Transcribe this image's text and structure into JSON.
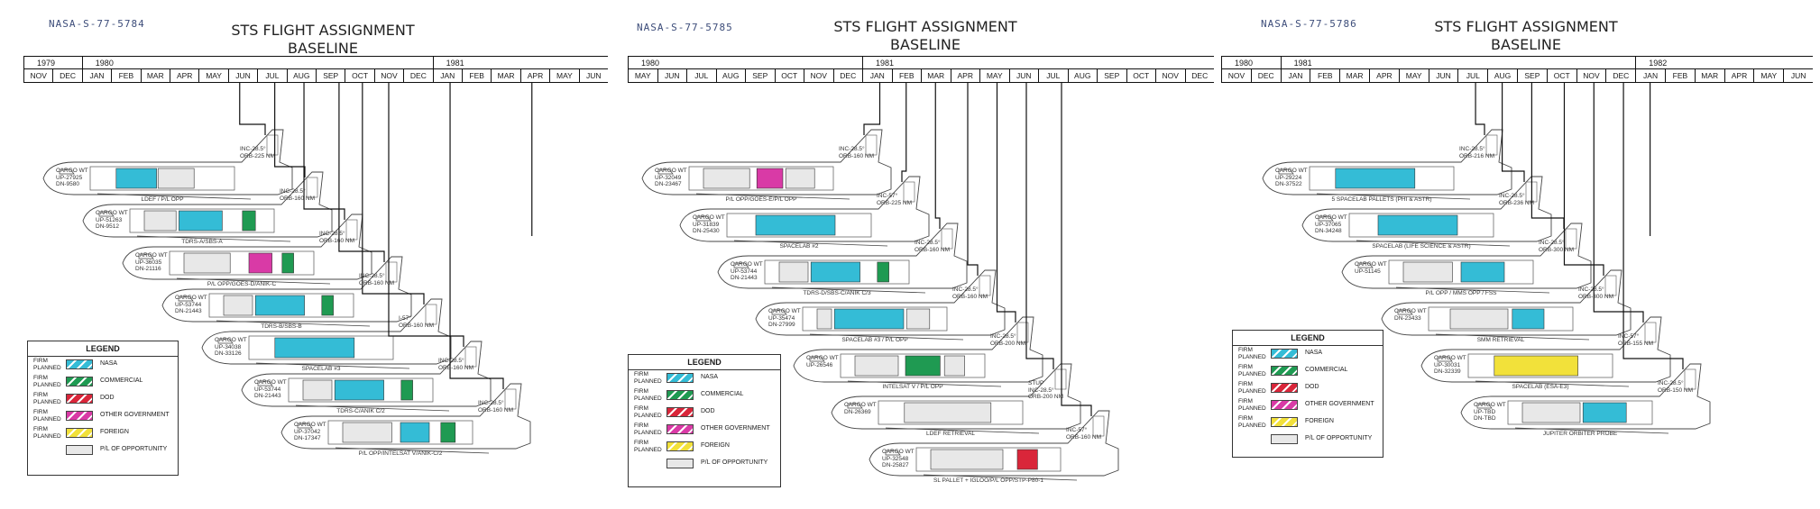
{
  "colors": {
    "nasa": "#34bcd6",
    "commercial": "#1f9a52",
    "dod": "#d9263a",
    "other_government": "#d93aa6",
    "foreign": "#f2e13a",
    "opportunity": "#e8e8e8",
    "line": "#111111",
    "id_text": "#3d4d7a"
  },
  "legend": {
    "title": "LEGEND",
    "items": [
      {
        "pre": "FIRM PLANNED",
        "label": "NASA",
        "color": "#34bcd6"
      },
      {
        "pre": "FIRM PLANNED",
        "label": "COMMERCIAL",
        "color": "#1f9a52"
      },
      {
        "pre": "FIRM PLANNED",
        "label": "DOD",
        "color": "#d9263a"
      },
      {
        "pre": "FIRM PLANNED",
        "label": "OTHER GOVERNMENT",
        "color": "#d93aa6"
      },
      {
        "pre": "FIRM PLANNED",
        "label": "FOREIGN",
        "color": "#f2e13a"
      },
      {
        "pre": "",
        "label": "P/L OF OPPORTUNITY",
        "color": "#e8e8e8"
      }
    ]
  },
  "panels": [
    {
      "id": "NASA-S-77-5784",
      "title_line1": "STS FLIGHT ASSIGNMENT",
      "title_line2": "BASELINE",
      "years": [
        {
          "label": "1979",
          "start": 0,
          "span": 2
        },
        {
          "label": "1980",
          "start": 2,
          "span": 12
        },
        {
          "label": "1981",
          "start": 14,
          "span": 6
        }
      ],
      "months": [
        "NOV",
        "DEC",
        "JAN",
        "FEB",
        "MAR",
        "APR",
        "MAY",
        "JUN",
        "JUL",
        "AUG",
        "SEP",
        "OCT",
        "NOV",
        "DEC",
        "JAN",
        "FEB",
        "MAR",
        "APR",
        "MAY",
        "JUN"
      ],
      "flights": [
        {
          "month": 7.4,
          "cargo": "CARGO WT\nUP-27925\nDN-9580",
          "orbit": "INC-28.5°\nORB-225 NM",
          "payload": "LDEF / P/L OPP",
          "blocks": [
            {
              "c": "nasa",
              "x": 0.18,
              "w": 0.28
            },
            {
              "c": "opportunity",
              "x": 0.47,
              "w": 0.25
            }
          ]
        },
        {
          "month": 8.6,
          "cargo": "CARGO WT\nUP-51263\nDN-9512",
          "orbit": "INC-28.5°\nORB-160 NM",
          "payload": "TDRS-A/SBS-A",
          "blocks": [
            {
              "c": "opportunity",
              "x": 0.1,
              "w": 0.22
            },
            {
              "c": "nasa",
              "x": 0.34,
              "w": 0.3
            },
            {
              "c": "commercial",
              "x": 0.78,
              "w": 0.09
            }
          ]
        },
        {
          "month": 9.6,
          "cargo": "CARGO WT\nUP-36035\nDN-21116",
          "orbit": "INC-28.5°\nORB-160 NM",
          "payload": "P/L OPP/GOES-D/ANIK-C",
          "blocks": [
            {
              "c": "opportunity",
              "x": 0.1,
              "w": 0.32
            },
            {
              "c": "other_government",
              "x": 0.55,
              "w": 0.16
            },
            {
              "c": "commercial",
              "x": 0.78,
              "w": 0.08
            }
          ]
        },
        {
          "month": 10.8,
          "cargo": "CARGO WT\nUP-53744\nDN-21443",
          "orbit": "INC-28.5°\nORB-160 NM",
          "payload": "TDRS-B/SBS-B",
          "blocks": [
            {
              "c": "opportunity",
              "x": 0.1,
              "w": 0.2
            },
            {
              "c": "nasa",
              "x": 0.32,
              "w": 0.34
            },
            {
              "c": "commercial",
              "x": 0.78,
              "w": 0.08
            }
          ]
        },
        {
          "month": 11.6,
          "cargo": "CARGO WT\nUP-34038\nDN-33126",
          "orbit": "I-57°\nORB-160 NM",
          "payload": "SPACELAB #3",
          "blocks": [
            {
              "c": "nasa",
              "x": 0.18,
              "w": 0.55
            }
          ]
        },
        {
          "month": 12.5,
          "cargo": "CARGO WT\nUP-53744\nDN-21443",
          "orbit": "INC-28.5°\nORB-160 NM",
          "payload": "TDRS-C/ANIK C/2",
          "blocks": [
            {
              "c": "opportunity",
              "x": 0.1,
              "w": 0.2
            },
            {
              "c": "nasa",
              "x": 0.32,
              "w": 0.34
            },
            {
              "c": "commercial",
              "x": 0.78,
              "w": 0.08
            }
          ]
        },
        {
          "month": 14.6,
          "cargo": "CARGO WT\nUP-37042\nDN-17347",
          "orbit": "INC-28.5°\nORB-160 NM",
          "payload": "P/L OPP/INTELSAT V/ANIK-C/2",
          "blocks": [
            {
              "c": "opportunity",
              "x": 0.1,
              "w": 0.34
            },
            {
              "c": "nasa",
              "x": 0.5,
              "w": 0.2
            },
            {
              "c": "commercial",
              "x": 0.78,
              "w": 0.1
            }
          ]
        },
        {
          "month": 17.4,
          "cargo": "",
          "orbit": "",
          "payload": "",
          "blocks": []
        }
      ],
      "has_legend": true
    },
    {
      "id": "NASA-S-77-5785",
      "title_line1": "STS FLIGHT ASSIGNMENT",
      "title_line2": "BASELINE",
      "years": [
        {
          "label": "1980",
          "start": 0,
          "span": 8
        },
        {
          "label": "1981",
          "start": 8,
          "span": 12
        }
      ],
      "months": [
        "MAY",
        "JUN",
        "JUL",
        "AUG",
        "SEP",
        "OCT",
        "NOV",
        "DEC",
        "JAN",
        "FEB",
        "MAR",
        "APR",
        "MAY",
        "JUN",
        "JUL",
        "AUG",
        "SEP",
        "OCT",
        "NOV",
        "DEC"
      ],
      "flights": [
        {
          "month": 8.6,
          "cargo": "CARGO WT\nUP-32049\nDN-23467",
          "orbit": "INC-28.5°\nORB-160 NM",
          "payload": "P/L OPP/GOES-E/P/L OPP",
          "blocks": [
            {
              "c": "opportunity",
              "x": 0.1,
              "w": 0.32
            },
            {
              "c": "other_government",
              "x": 0.47,
              "w": 0.18
            },
            {
              "c": "opportunity",
              "x": 0.67,
              "w": 0.2
            }
          ]
        },
        {
          "month": 9.5,
          "cargo": "CARGO WT\nUP-31839\nDN-25430",
          "orbit": "INC-57°\nORB-225 NM",
          "payload": "SPACELAB #2",
          "blocks": [
            {
              "c": "nasa",
              "x": 0.2,
              "w": 0.55
            }
          ]
        },
        {
          "month": 10.5,
          "cargo": "CARGO WT\nUP-53744\nDN-21443",
          "orbit": "INC-28.5°\nORB-160 NM",
          "payload": "TDRS-D/SBS-C/ANIK C/3",
          "blocks": [
            {
              "c": "opportunity",
              "x": 0.1,
              "w": 0.2
            },
            {
              "c": "nasa",
              "x": 0.32,
              "w": 0.34
            },
            {
              "c": "commercial",
              "x": 0.78,
              "w": 0.08
            }
          ]
        },
        {
          "month": 11.6,
          "cargo": "CARGO WT\nUP-35474\nDN-27999",
          "orbit": "INC-28.5°\nORB-160 NM",
          "payload": "SPACELAB #3 / P/L OPP",
          "blocks": [
            {
              "c": "opportunity",
              "x": 0.1,
              "w": 0.1
            },
            {
              "c": "nasa",
              "x": 0.22,
              "w": 0.48
            },
            {
              "c": "opportunity",
              "x": 0.72,
              "w": 0.16
            }
          ]
        },
        {
          "month": 12.6,
          "cargo": "CARGO WT\nUP-26546",
          "orbit": "INC-28.5°\nORB-200 NM",
          "payload": "INTELSAT V / P/L OPP",
          "blocks": [
            {
              "c": "opportunity",
              "x": 0.1,
              "w": 0.3
            },
            {
              "c": "commercial",
              "x": 0.45,
              "w": 0.24
            },
            {
              "c": "opportunity",
              "x": 0.72,
              "w": 0.14
            }
          ]
        },
        {
          "month": 13.6,
          "cargo": "CARGO WT\nDN-26369",
          "orbit": "STUP\nINC-28.5°\nORB-200 NM",
          "payload": "LDEF RETRIEVAL",
          "blocks": [
            {
              "c": "opportunity",
              "x": 0.18,
              "w": 0.6
            }
          ]
        },
        {
          "month": 14.8,
          "cargo": "CARGO WT\nUP-32548\nDN-25827",
          "orbit": "INC-57°\nORB-160 NM",
          "payload": "SL PALLET + IGLOO/P/L OPP/STP-P80-1",
          "blocks": [
            {
              "c": "opportunity",
              "x": 0.1,
              "w": 0.5
            },
            {
              "c": "dod",
              "x": 0.7,
              "w": 0.14
            }
          ]
        }
      ],
      "has_legend": true
    },
    {
      "id": "NASA-S-77-5786",
      "title_line1": "STS FLIGHT ASSIGNMENT",
      "title_line2": "BASELINE",
      "years": [
        {
          "label": "1980",
          "start": 0,
          "span": 2
        },
        {
          "label": "1981",
          "start": 2,
          "span": 12
        },
        {
          "label": "1982",
          "start": 14,
          "span": 6
        }
      ],
      "months": [
        "NOV",
        "DEC",
        "JAN",
        "FEB",
        "MAR",
        "APR",
        "MAY",
        "JUN",
        "JUL",
        "AUG",
        "SEP",
        "OCT",
        "NOV",
        "DEC",
        "JAN",
        "FEB",
        "MAR",
        "APR",
        "MAY",
        "JUN"
      ],
      "flights": [
        {
          "month": 8.6,
          "cargo": "CARGO WT\nUP-29224\nDN-37522",
          "orbit": "INC-28.5°\nORB-216 NM",
          "payload": "5 SPACELAB PALLETS (PHI & ASTR)",
          "blocks": [
            {
              "c": "nasa",
              "x": 0.18,
              "w": 0.55
            }
          ]
        },
        {
          "month": 9.5,
          "cargo": "CARGO WT\nUP-37065\nDN-34248",
          "orbit": "INC-28.5°\nORB-236 NM",
          "payload": "SPACELAB (LIFE SCIENCE & ASTR)",
          "blocks": [
            {
              "c": "nasa",
              "x": 0.2,
              "w": 0.55
            }
          ]
        },
        {
          "month": 10.5,
          "cargo": "CARGO WT\nUP-51145",
          "orbit": "INC-28.5°\nORB-300 NM",
          "payload": "P/L OPP / MMS OPP / FSS",
          "blocks": [
            {
              "c": "opportunity",
              "x": 0.1,
              "w": 0.34
            },
            {
              "c": "nasa",
              "x": 0.5,
              "w": 0.3
            }
          ]
        },
        {
          "month": 11.6,
          "cargo": "CARGO WT\nDN-23433",
          "orbit": "INC-28.5°\nORB-300 NM",
          "payload": "SMM RETRIEVAL",
          "blocks": [
            {
              "c": "opportunity",
              "x": 0.15,
              "w": 0.4
            },
            {
              "c": "nasa",
              "x": 0.58,
              "w": 0.22
            }
          ]
        },
        {
          "month": 12.6,
          "cargo": "CARGO WT\nUP-30031\nDN-32339",
          "orbit": "INC-57°\nORB-155 NM",
          "payload": "SPACELAB (ESA-E3)",
          "blocks": [
            {
              "c": "foreign",
              "x": 0.18,
              "w": 0.58
            }
          ]
        },
        {
          "month": 13.6,
          "cargo": "CARGO WT\nUP-TBD\nDN-TBD",
          "orbit": "INC-28.5°\nORB-150 NM",
          "payload": "JUPITER ORBITER PROBE",
          "blocks": [
            {
              "c": "opportunity",
              "x": 0.1,
              "w": 0.4
            },
            {
              "c": "nasa",
              "x": 0.52,
              "w": 0.3
            }
          ]
        },
        {
          "month": 14.5,
          "cargo": "",
          "orbit": "",
          "payload": "",
          "blocks": []
        }
      ],
      "has_legend": true
    }
  ]
}
